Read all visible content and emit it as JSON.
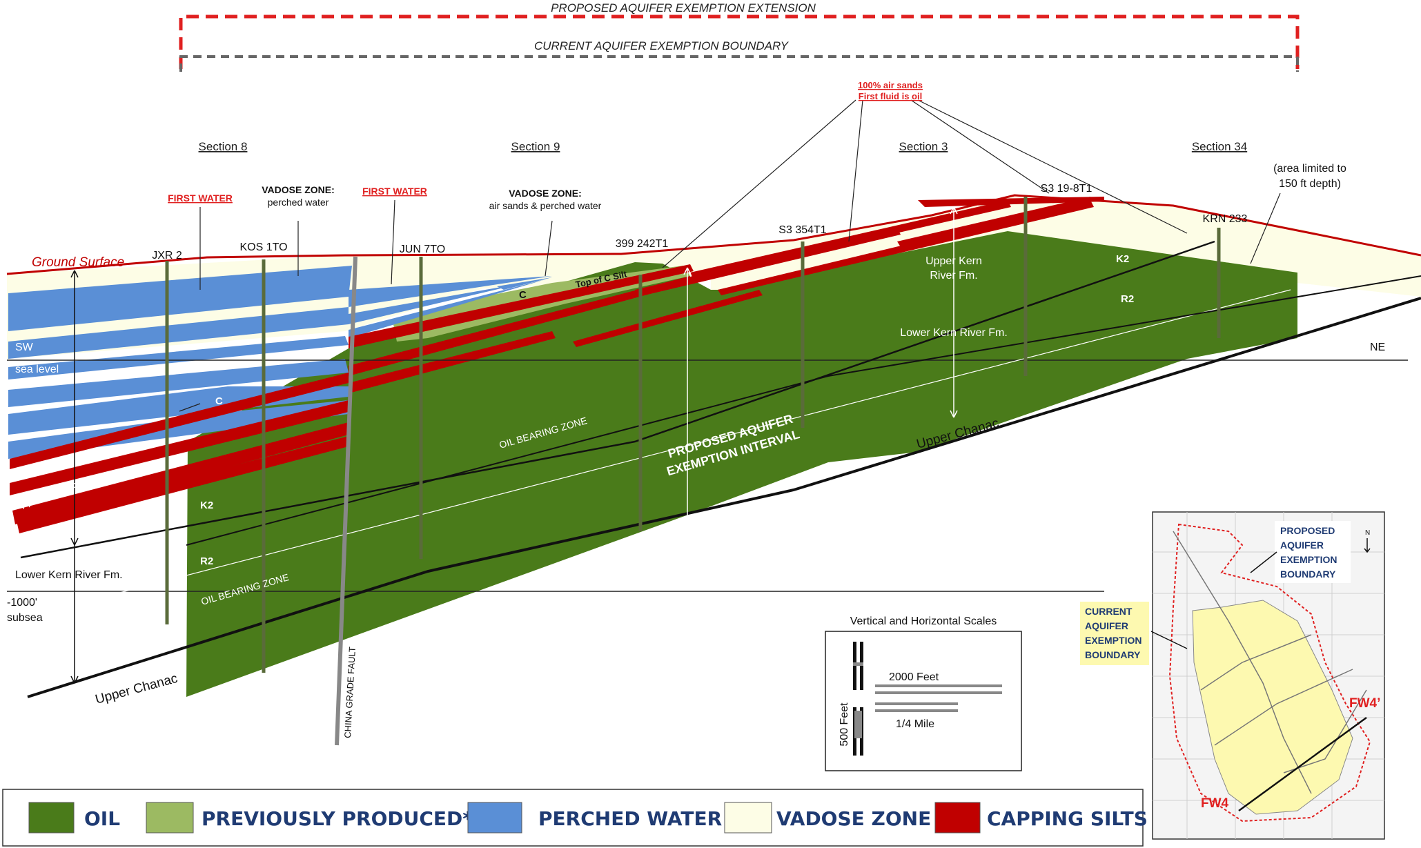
{
  "boundaries": {
    "proposed_extension": "PROPOSED AQUIFER EXEMPTION EXTENSION",
    "current_boundary": "CURRENT AQUIFER EXEMPTION BOUNDARY",
    "proposed_color": "#e02020",
    "current_color": "#666666"
  },
  "sections": [
    "Section 8",
    "Section 9",
    "Section 3",
    "Section 34"
  ],
  "annotations": {
    "air_sands_line1": "100% air sands",
    "air_sands_line2": "First fluid is oil",
    "first_water": "FIRST WATER",
    "vadose_title": "VADOSE ZONE:",
    "vadose_sub_1": "perched water",
    "vadose_sub_2": "air sands & perched water",
    "area_limited_1": "(area limited to",
    "area_limited_2": "150 ft depth)",
    "ground_surface": "Ground Surface",
    "top_of_c_silt": "Top of C Silt",
    "upper_kern_1": "Upper Kern",
    "upper_kern_2": "River Fm.",
    "lower_kern_right": "Lower Kern River Fm.",
    "lower_kern_left": "Lower Kern River Fm.",
    "upper_kern_red": "Upper Kern River Fm.",
    "sw": "SW",
    "ne": "NE",
    "sea_level": "sea level",
    "subsea_1": "-1000'",
    "subsea_2": "subsea",
    "k2": "K2",
    "r2": "R2",
    "c": "C",
    "oil_zone": "OIL BEARING ZONE",
    "proposed_interval_1": "PROPOSED AQUIFER",
    "proposed_interval_2": "EXEMPTION INTERVAL",
    "upper_chanac": "Upper Chanac",
    "fault": "CHINA GRADE FAULT"
  },
  "wells": [
    "JXR 2",
    "KOS 1TO",
    "JUN 7TO",
    "399 242T1",
    "S3 354T1",
    "S3 19-8T1",
    "KRN 233"
  ],
  "scale": {
    "title": "Vertical and Horizontal Scales",
    "vertical": "500 Feet",
    "horizontal_1": "2000 Feet",
    "horizontal_2": "1/4 Mile"
  },
  "inset_map": {
    "proposed_1": "PROPOSED",
    "proposed_2": "AQUIFER",
    "proposed_3": "EXEMPTION",
    "proposed_4": "BOUNDARY",
    "current_1": "CURRENT",
    "current_2": "AQUIFER",
    "current_3": "EXEMPTION",
    "current_4": "BOUNDARY",
    "fw4": "FW4",
    "fw4_prime": "FW4’",
    "north": "N"
  },
  "legend": [
    {
      "label": "OIL",
      "color": "#4a7b1a"
    },
    {
      "label": "PREVIOUSLY PRODUCED*",
      "color": "#9cba62"
    },
    {
      "label": "PERCHED WATER",
      "color": "#5a8fd6"
    },
    {
      "label": "VADOSE ZONE",
      "color": "#fdfde6"
    },
    {
      "label": "CAPPING SILTS",
      "color": "#c00000"
    }
  ],
  "legend_text_color": "#1f3b73"
}
